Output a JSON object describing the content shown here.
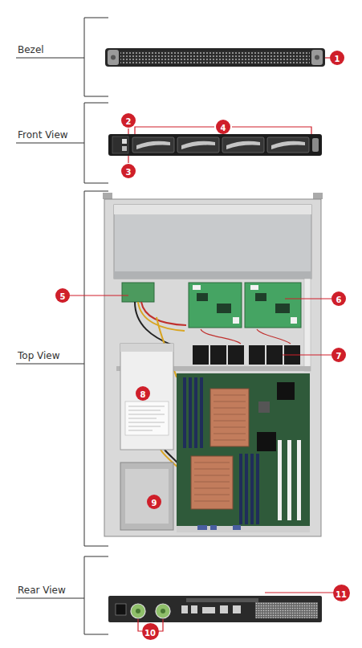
{
  "diagram": {
    "nodes": [
      {
        "text": [
          "1"
        ]
      },
      {
        "text": [
          "2"
        ]
      },
      {
        "text": [
          "4"
        ]
      },
      {
        "text": [
          "3"
        ]
      },
      {
        "text": [
          "5"
        ]
      },
      {
        "text": [
          "6"
        ]
      },
      {
        "text": [
          "7"
        ]
      },
      {
        "text": [
          "8"
        ]
      },
      {
        "text": [
          "9"
        ]
      },
      {
        "text": [
          "11"
        ]
      },
      {
        "text": [
          "10"
        ]
      }
    ],
    "labels": [
      "Bezel",
      "Front View",
      "Top View",
      "Rear View"
    ]
  }
}
